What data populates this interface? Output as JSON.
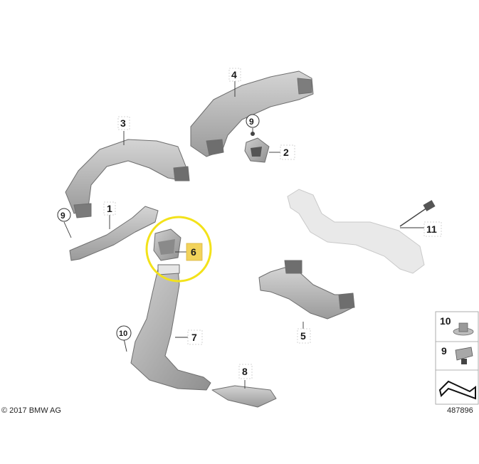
{
  "callouts": {
    "c1": "1",
    "c2": "2",
    "c3": "3",
    "c4": "4",
    "c5": "5",
    "c6": "6",
    "c7": "7",
    "c8": "8",
    "c9a": "9",
    "c9b": "9",
    "c10": "10",
    "c11": "11"
  },
  "legend": {
    "item_10": "10",
    "item_9": "9"
  },
  "footer": {
    "copyright": "© 2017 BMW AG",
    "diagram_number": "487896"
  },
  "colors": {
    "highlight_circle": "#f3e21a",
    "highlight_label": "#f2d35b",
    "part_fill": "#b8b8b8",
    "ghost_fill": "#e9e9e9"
  }
}
